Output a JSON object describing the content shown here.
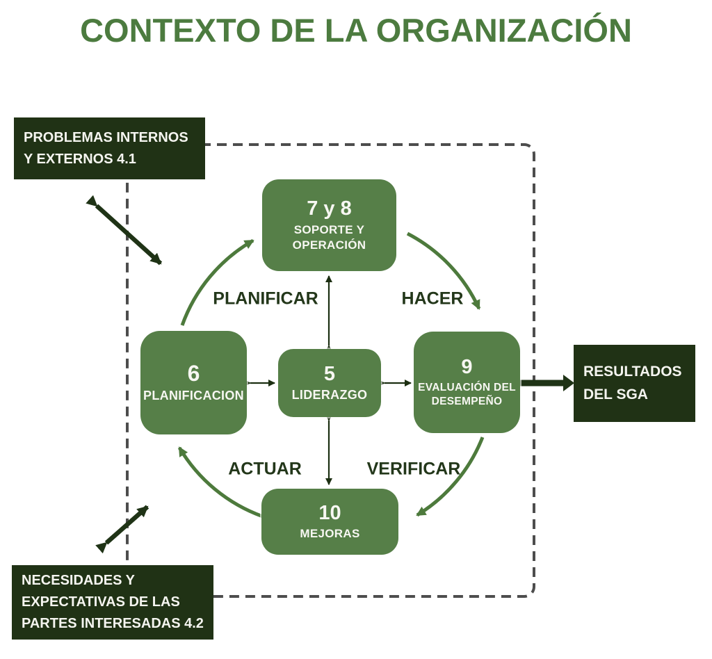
{
  "title": "CONTEXTO DE LA ORGANIZACIÓN",
  "palette": {
    "title-green": "#4c7b3f",
    "box-green": "#567f48",
    "dark-green": "#203215",
    "arc-green": "#4d7a3c",
    "label-green": "#23371a",
    "arrow-dark": "#1c2f12",
    "dash-gray": "#4d4d4d"
  },
  "external_boxes": {
    "problems": {
      "lines": [
        "PROBLEMAS INTERNOS",
        "Y EXTERNOS 4.1"
      ]
    },
    "needs": {
      "lines": [
        "NECESIDADES Y",
        "EXPECTATIVAS DE LAS",
        "PARTES INTERESADAS 4.2"
      ]
    },
    "results": {
      "lines": [
        "RESULTADOS",
        "DEL SGA"
      ]
    }
  },
  "cycle_labels": {
    "plan": "PLANIFICAR",
    "do": "HACER",
    "check": "VERIFICAR",
    "act": "ACTUAR"
  },
  "process_boxes": {
    "support": {
      "number": "7 y 8",
      "label": "SOPORTE Y OPERACIÓN"
    },
    "planning": {
      "number": "6",
      "label": "PLANIFICACION"
    },
    "leadership": {
      "number": "5",
      "label": "LIDERAZGO"
    },
    "evaluation": {
      "number": "9",
      "label": "EVALUACIÓN DEL DESEMPEÑO"
    },
    "improvement": {
      "number": "10",
      "label": "MEJORAS"
    }
  }
}
